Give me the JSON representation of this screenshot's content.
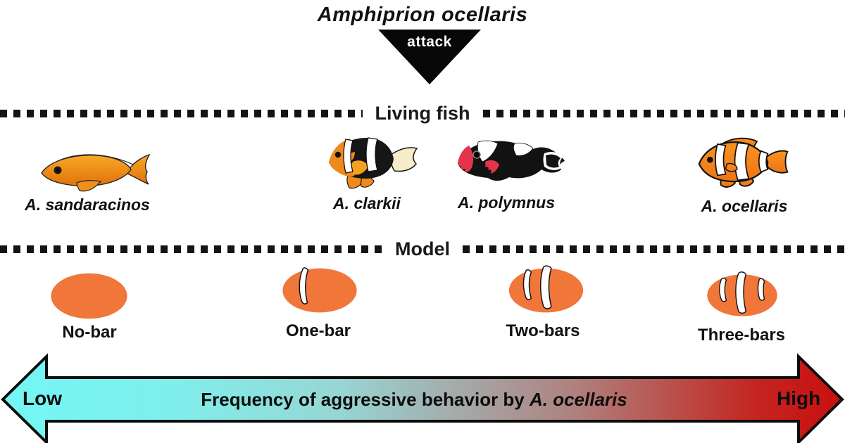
{
  "figure": {
    "attacker": {
      "species": "Amphiprion ocellaris",
      "action_label": "attack"
    },
    "dividers": {
      "living_fish": "Living fish",
      "model": "Model"
    },
    "living_fish": [
      {
        "id": "a-sandaracinos",
        "label": "A. sandaracinos"
      },
      {
        "id": "a-clarkii",
        "label": "A. clarkii"
      },
      {
        "id": "a-polymnus",
        "label": "A. polymnus"
      },
      {
        "id": "a-ocellaris",
        "label": "A. ocellaris"
      }
    ],
    "models": [
      {
        "id": "no-bar",
        "label": "No-bar",
        "bar_count": 0
      },
      {
        "id": "one-bar",
        "label": "One-bar",
        "bar_count": 1
      },
      {
        "id": "two-bars",
        "label": "Two-bars",
        "bar_count": 2
      },
      {
        "id": "three-bars",
        "label": "Three-bars",
        "bar_count": 3
      }
    ],
    "axis": {
      "low_label": "Low",
      "high_label": "High",
      "caption_prefix": "Frequency of aggressive behavior by ",
      "caption_species": "A. ocellaris",
      "gradient_low_color": "#72F7F5",
      "gradient_high_color": "#C90F0F"
    },
    "colors": {
      "model_orange": "#F0763A",
      "fish_orange": "#F5831F",
      "ink_black": "#121212"
    }
  }
}
